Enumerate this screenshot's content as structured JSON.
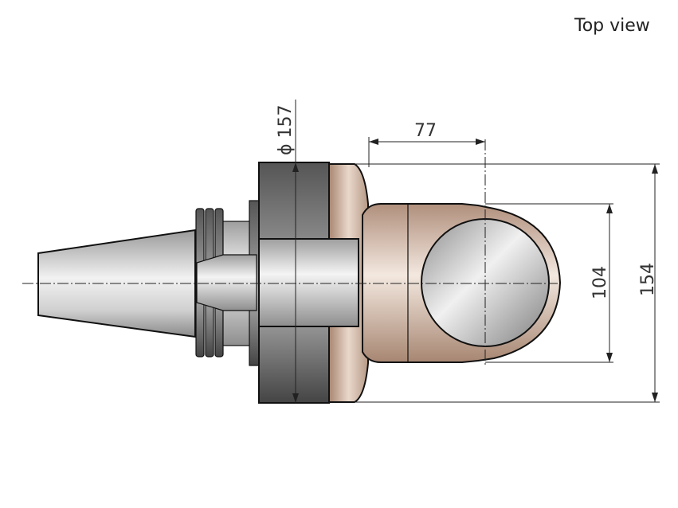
{
  "title": "Top view",
  "dimensions": {
    "diameter": "ϕ 157",
    "arm_offset": "77",
    "head_height": "104",
    "overall_height": "154"
  },
  "colors": {
    "steel_light": "#e6e6e6",
    "steel_mid": "#a9a9a9",
    "flange_dark": "#5d5d5d",
    "bronze": "#c8ab98",
    "bronze_light": "#efe2d7"
  }
}
